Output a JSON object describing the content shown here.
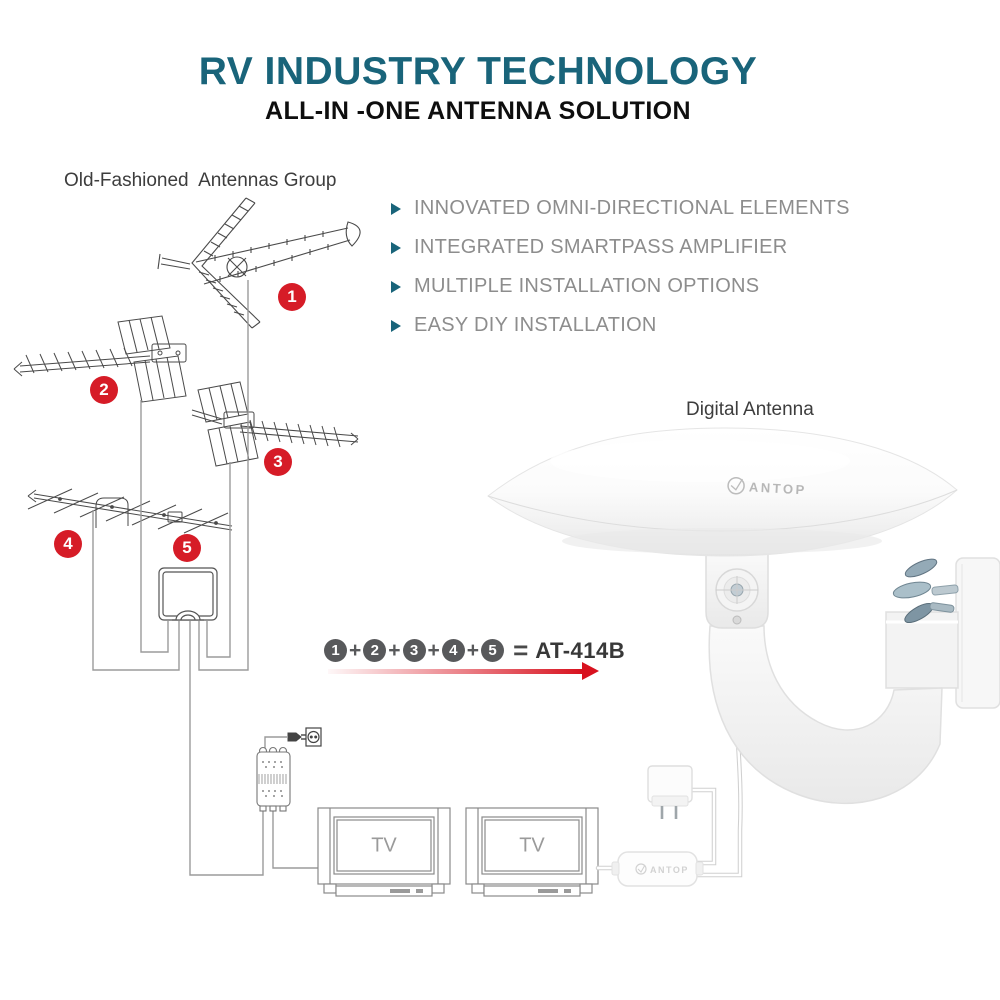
{
  "header": {
    "title": "RV INDUSTRY TECHNOLOGY",
    "subtitle": "ALL-IN -ONE ANTENNA SOLUTION"
  },
  "old_antennas": {
    "label": "Old-Fashioned  Antennas Group",
    "badges": [
      "1",
      "2",
      "3",
      "4",
      "5"
    ]
  },
  "features": {
    "items": [
      "INNOVATED OMNI-DIRECTIONAL ELEMENTS",
      "INTEGRATED SMARTPASS AMPLIFIER",
      "MULTIPLE INSTALLATION OPTIONS",
      "EASY DIY INSTALLATION"
    ]
  },
  "digital_antenna": {
    "label": "Digital Antenna",
    "brand": "ANTOP",
    "amplifier_brand": "ANTOP"
  },
  "formula": {
    "numbers": [
      "1",
      "2",
      "3",
      "4",
      "5"
    ],
    "plus": "+",
    "equals": "=",
    "result": "AT-414B"
  },
  "tvs": {
    "tv1": "TV",
    "tv2": "TV"
  },
  "colors": {
    "accent_teal": "#19647a",
    "badge_red": "#d61c27",
    "arrow_red": "#d8121f",
    "feature_gray": "#8d8d8d",
    "line_art_gray": "#4a4a4a"
  }
}
